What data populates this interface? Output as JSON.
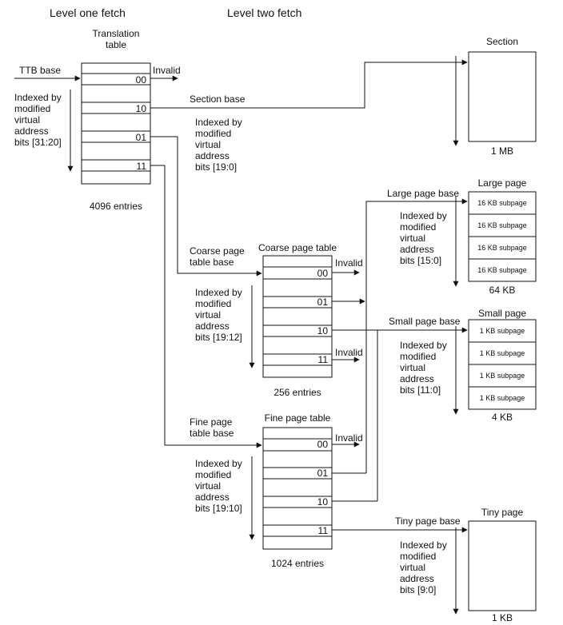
{
  "headers": {
    "level_one": "Level one fetch",
    "level_two": "Level two fetch"
  },
  "translation_table": {
    "title": [
      "Translation",
      "table"
    ],
    "codes": [
      "00",
      "10",
      "01",
      "11"
    ],
    "entries": "4096 entries",
    "ttb_base": "TTB base",
    "invalid": "Invalid",
    "index_note": [
      "Indexed by",
      "modified",
      "virtual",
      "address",
      "bits [31:20]"
    ]
  },
  "section": {
    "title": "Section",
    "size": "1 MB",
    "base_label": "Section base",
    "index_note": [
      "Indexed by",
      "modified",
      "virtual",
      "address",
      "bits [19:0]"
    ]
  },
  "coarse_table": {
    "title": "Coarse page table",
    "base_label": [
      "Coarse page",
      "table base"
    ],
    "codes": [
      "00",
      "01",
      "10",
      "11"
    ],
    "invalid": [
      "Invalid",
      "Invalid"
    ],
    "entries": "256 entries",
    "index_note": [
      "Indexed by",
      "modified",
      "virtual",
      "address",
      "bits [19:12]"
    ]
  },
  "fine_table": {
    "title": "Fine page table",
    "base_label": [
      "Fine page",
      "table base"
    ],
    "codes": [
      "00",
      "01",
      "10",
      "11"
    ],
    "invalid": "Invalid",
    "entries": "1024 entries",
    "index_note": [
      "Indexed by",
      "modified",
      "virtual",
      "address",
      "bits [19:10]"
    ]
  },
  "large_page": {
    "title": "Large page",
    "base_label": "Large page base",
    "subpages": [
      "16 KB subpage",
      "16 KB subpage",
      "16 KB subpage",
      "16 KB subpage"
    ],
    "size": "64 KB",
    "index_note": [
      "Indexed by",
      "modified",
      "virtual",
      "address",
      "bits [15:0]"
    ]
  },
  "small_page": {
    "title": "Small page",
    "base_label": "Small page base",
    "subpages": [
      "1 KB subpage",
      "1 KB subpage",
      "1 KB subpage",
      "1 KB subpage"
    ],
    "size": "4 KB",
    "index_note": [
      "Indexed by",
      "modified",
      "virtual",
      "address",
      "bits [11:0]"
    ]
  },
  "tiny_page": {
    "title": "Tiny page",
    "base_label": "Tiny page base",
    "size": "1 KB",
    "index_note": [
      "Indexed by",
      "modified",
      "virtual",
      "address",
      "bits [9:0]"
    ]
  }
}
